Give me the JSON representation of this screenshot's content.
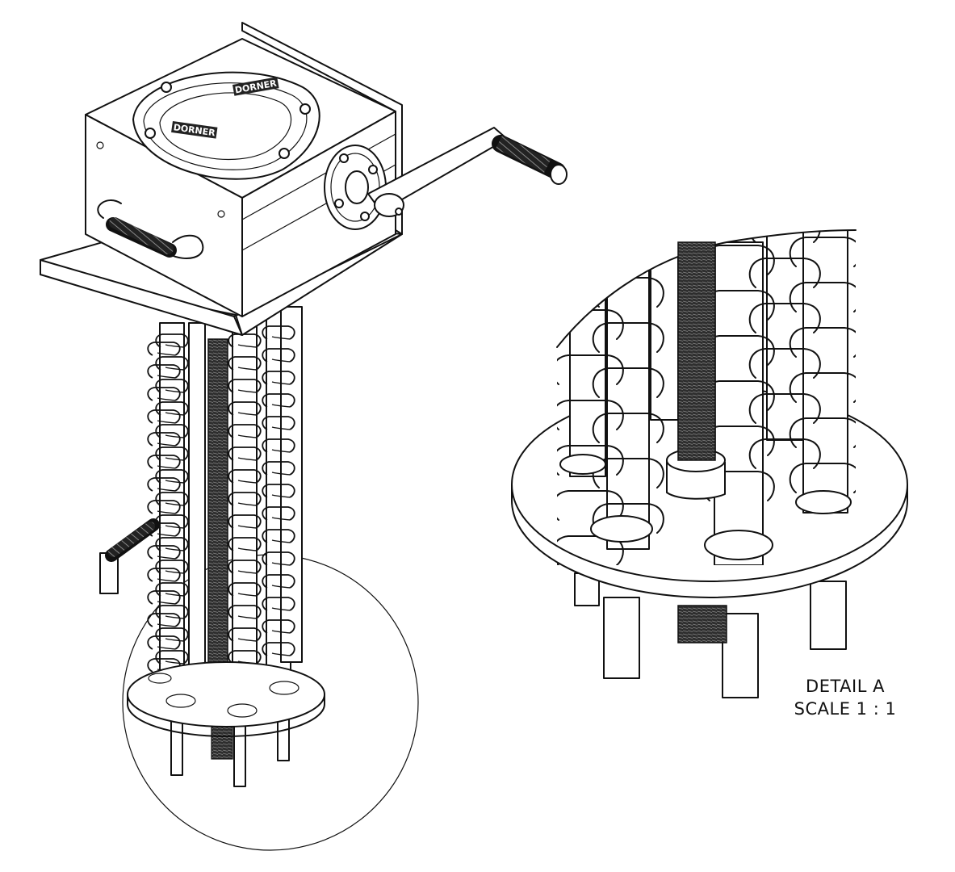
{
  "detail": {
    "title": "DETAIL A",
    "scale": "SCALE 1 : 1"
  },
  "gearbox": {
    "brand_plates": [
      "DORNER",
      "DORNER"
    ]
  },
  "icons": {
    "crank_handle": "crank-handle-icon",
    "side_handle": "side-handle-icon",
    "knob": "knob-icon"
  }
}
